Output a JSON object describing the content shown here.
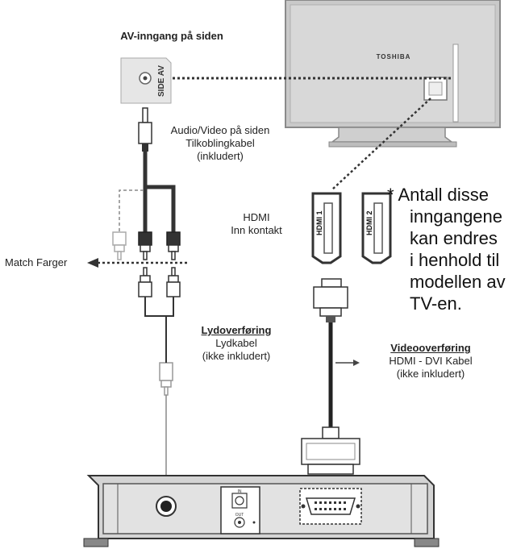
{
  "side_av_title": "AV-inngang på siden",
  "side_av_port_label": "SIDE AV",
  "tv_brand": "TOSHIBA",
  "av_cable": {
    "line1": "Audio/Video på siden",
    "line2": "Tilkoblingkabel",
    "line3": "(inkludert)"
  },
  "hdmi_input": {
    "line1": "HDMI",
    "line2": "Inn kontakt",
    "port1": "HDMI 1",
    "port2": "HDMI 2"
  },
  "note": {
    "line1": "* Antall disse",
    "line2": "inngangene",
    "line3": "kan endres",
    "line4": "i henhold til",
    "line5": "modellen av",
    "line6": "TV-en."
  },
  "match_colors": "Match Farger",
  "audio_transfer": {
    "title": "Lydoverføring",
    "line1": "Lydkabel",
    "line2": "(ikke inkludert)"
  },
  "video_transfer": {
    "title": "Videooverføring",
    "line1": "HDMI - DVI Kabel",
    "line2": "(ikke inkludert)"
  },
  "device_in_label": "IN",
  "device_out_label": "OUT"
}
